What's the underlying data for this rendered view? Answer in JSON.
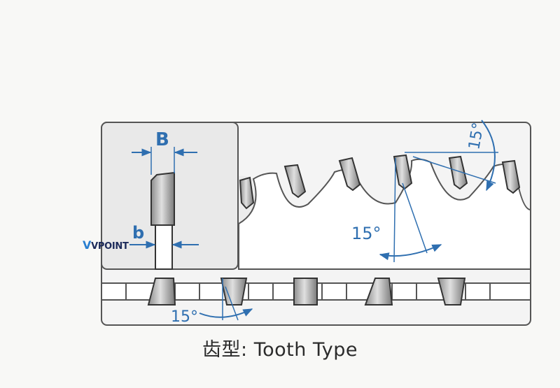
{
  "caption": "齿型: Tooth Type",
  "logo": {
    "mark": "V",
    "text": "VPOINT"
  },
  "labels": {
    "width_B": "B",
    "width_b": "b",
    "angle_tooth_face": "15°",
    "angle_top": "15°",
    "angle_bottom": "15°"
  },
  "colors": {
    "dimension": "#2f6fb0",
    "outline": "#555555",
    "background": "#f8f8f6"
  }
}
